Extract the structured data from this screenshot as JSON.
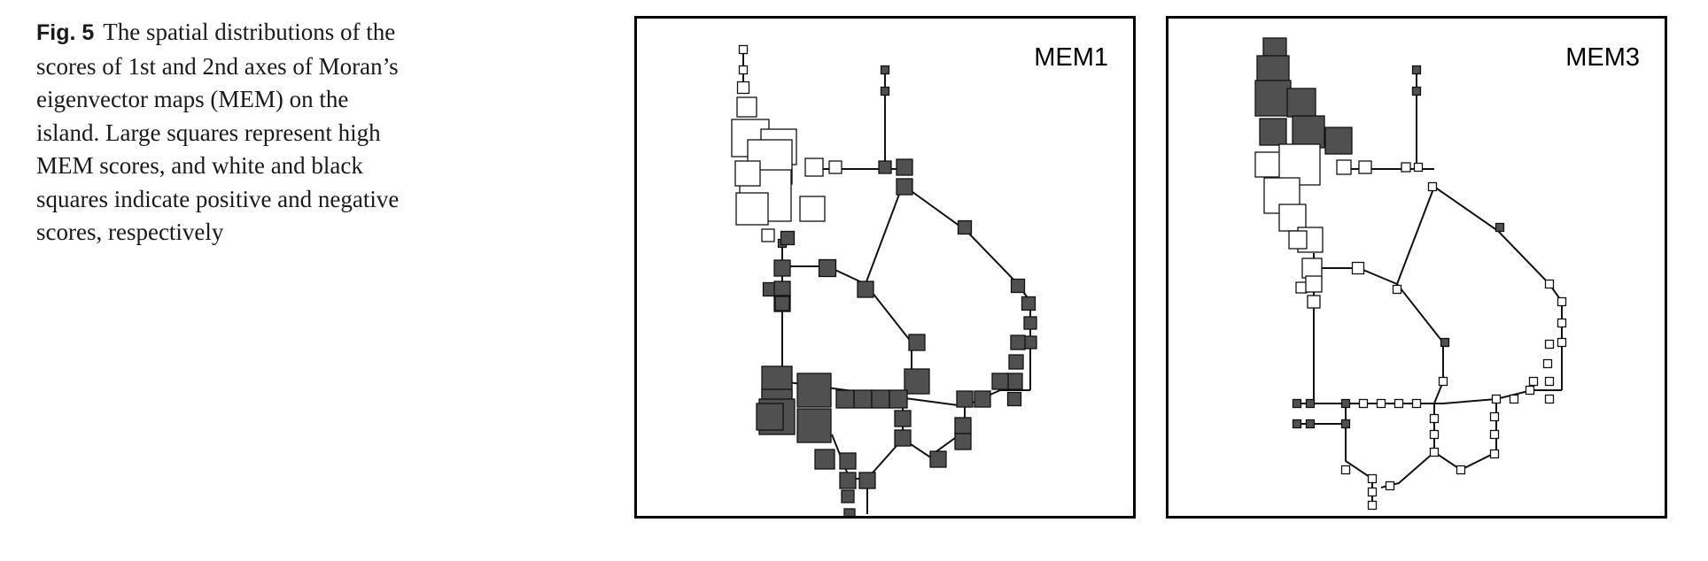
{
  "caption": {
    "label": "Fig. 5",
    "text": "The spatial distributions of the scores of 1st and 2nd axes of Moran’s eigenvector maps (MEM) on the island. Large squares represent high MEM scores, and white and black squares indicate positive and negative scores, respectively"
  },
  "panels": [
    {
      "title": "MEM1"
    },
    {
      "title": "MEM3"
    }
  ],
  "colors": {
    "negative": "#505050",
    "positive": "#ffffff",
    "stroke": "#111111"
  }
}
